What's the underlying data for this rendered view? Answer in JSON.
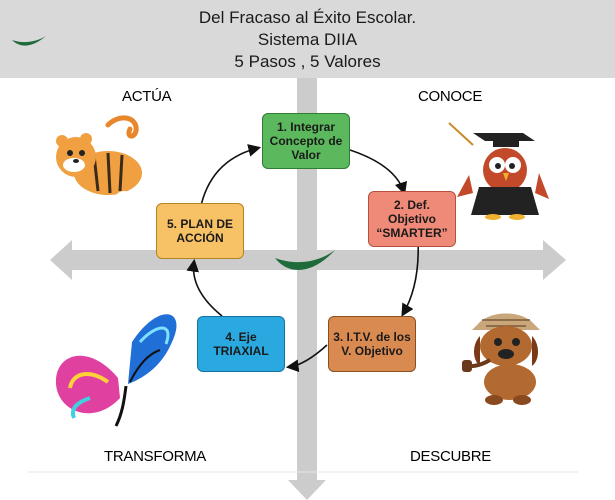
{
  "header": {
    "line1": "Del Fracaso al  Éxito Escolar.",
    "line2": "Sistema DIIA",
    "line3": "5 Pasos , 5 Valores"
  },
  "quadrants": {
    "top_left": "ACTÚA",
    "top_right": "CONOCE",
    "bottom_left": "TRANSFORMA",
    "bottom_right": "DESCUBRE"
  },
  "steps": [
    {
      "label": "1. Integrar\nConcepto de\nValor",
      "color": "#5cb85c"
    },
    {
      "label": "2.  Def.\nObjetivo\n“SMARTER”",
      "color": "#f08a78"
    },
    {
      "label": "3. I.T.V. de los\nV. Objetivo",
      "color": "#d98a50"
    },
    {
      "label": "4. Eje\nTRIAXIAL",
      "color": "#29a9e0"
    },
    {
      "label": "5. PLAN DE\nACCIÓN",
      "color": "#f7c165"
    }
  ],
  "icons": {
    "logo": "green-leaf-logo-icon",
    "tiger": "tiger-illustration",
    "owl": "owl-graduate-illustration",
    "butterfly": "butterfly-illustration",
    "dog": "detective-dog-illustration"
  },
  "colors": {
    "header_bg": "#d9d9d9",
    "axis": "#cccccc",
    "logo_green": "#1f6b3a"
  }
}
